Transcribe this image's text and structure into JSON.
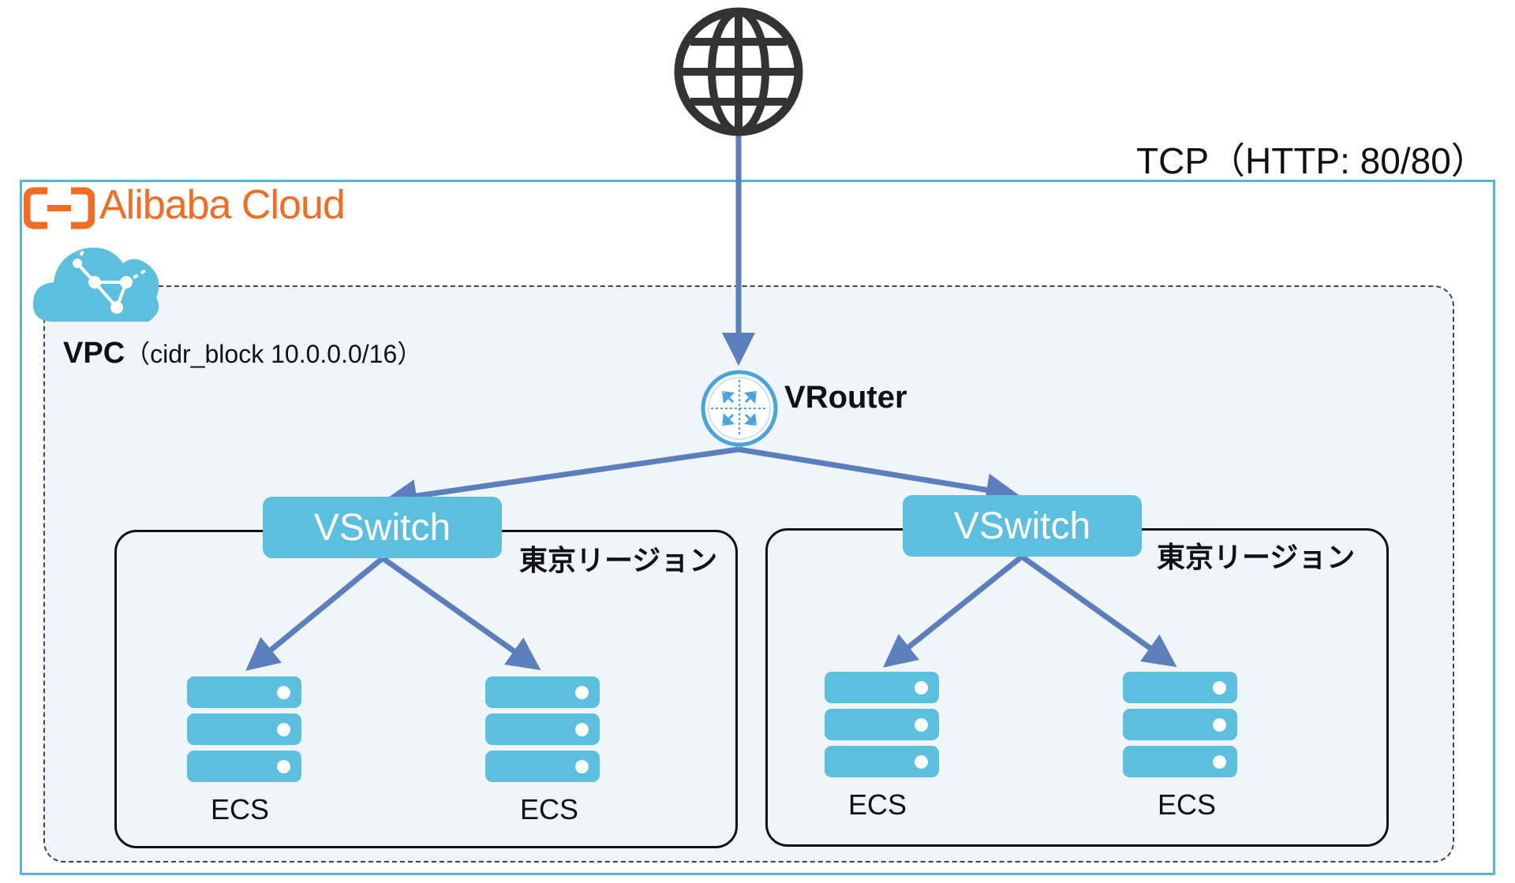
{
  "diagram": {
    "protocol_label": "TCP（HTTP: 80/80）",
    "provider_logo_text": "Alibaba Cloud",
    "vpc": {
      "name": "VPC",
      "detail": "（cidr_block 10.0.0.0/16）"
    },
    "router_label": "VRouter",
    "vswitches": [
      {
        "label": "VSwitch",
        "region": "東京リージョン",
        "servers": [
          "ECS",
          "ECS"
        ]
      },
      {
        "label": "VSwitch",
        "region": "東京リージョン",
        "servers": [
          "ECS",
          "ECS"
        ]
      }
    ],
    "colors": {
      "frame": "#5ab4d9",
      "accent": "#5bbfdd",
      "arrow": "#5b7fbd",
      "logo": "#f36c21",
      "vpc_fill": "#eff5f8"
    },
    "icons": [
      "globe-icon",
      "vpc-cloud-icon",
      "router-icon",
      "server-icon"
    ]
  }
}
